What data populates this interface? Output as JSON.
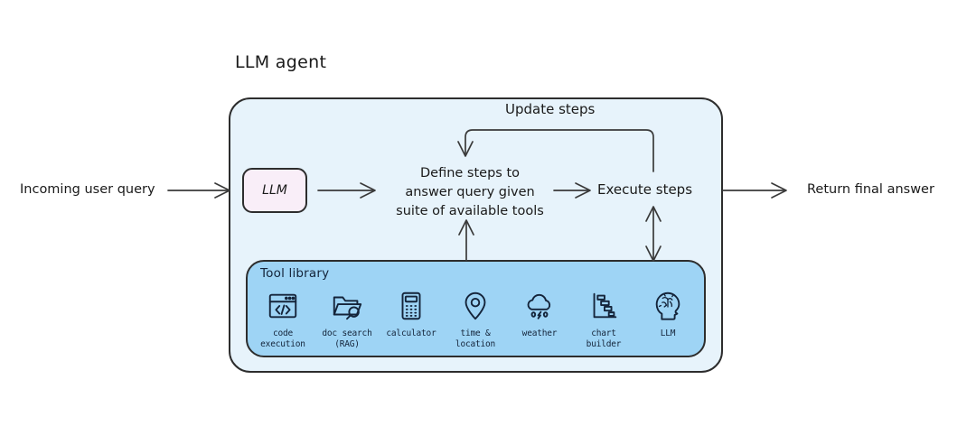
{
  "diagram": {
    "title": "LLM agent",
    "background_color": "#ffffff",
    "container_fill": "#e7f3fb",
    "container_stroke": "#2d2d2d",
    "tool_panel_fill": "#9ed4f5",
    "llm_box_fill": "#f9eef8",
    "stroke_color": "#2d2d2d"
  },
  "external": {
    "input_label": "Incoming user query",
    "output_label": "Return final answer"
  },
  "nodes": {
    "llm": "LLM",
    "define_steps": "Define steps to\nanswer query given\nsuite of available tools",
    "execute_steps": "Execute steps",
    "feedback_label": "Update steps"
  },
  "tool_library": {
    "title": "Tool library",
    "tools": [
      {
        "label": "code\nexecution",
        "icon": "code-window-icon"
      },
      {
        "label": "doc search\n(RAG)",
        "icon": "folder-search-icon"
      },
      {
        "label": "calculator",
        "icon": "calculator-icon"
      },
      {
        "label": "time &\nlocation",
        "icon": "map-pin-icon"
      },
      {
        "label": "weather",
        "icon": "cloud-rain-icon"
      },
      {
        "label": "chart\nbuilder",
        "icon": "bar-chart-icon"
      },
      {
        "label": "LLM",
        "icon": "brain-head-icon"
      }
    ]
  },
  "edges": [
    {
      "name": "query-to-llm",
      "from": "Incoming user query",
      "to": "LLM",
      "direction": "one-way"
    },
    {
      "name": "llm-to-define",
      "from": "LLM",
      "to": "Define steps",
      "direction": "one-way"
    },
    {
      "name": "define-to-execute",
      "from": "Define steps",
      "to": "Execute steps",
      "direction": "one-way"
    },
    {
      "name": "execute-to-answer",
      "from": "Execute steps",
      "to": "Return final answer",
      "direction": "one-way"
    },
    {
      "name": "update-steps-loop",
      "from": "Execute steps",
      "to": "Define steps",
      "direction": "one-way",
      "label": "Update steps"
    },
    {
      "name": "tools-to-define",
      "from": "Tool library",
      "to": "Define steps",
      "direction": "one-way"
    },
    {
      "name": "tools-execute-bidirectional",
      "from": "Tool library",
      "to": "Execute steps",
      "direction": "two-way"
    }
  ]
}
